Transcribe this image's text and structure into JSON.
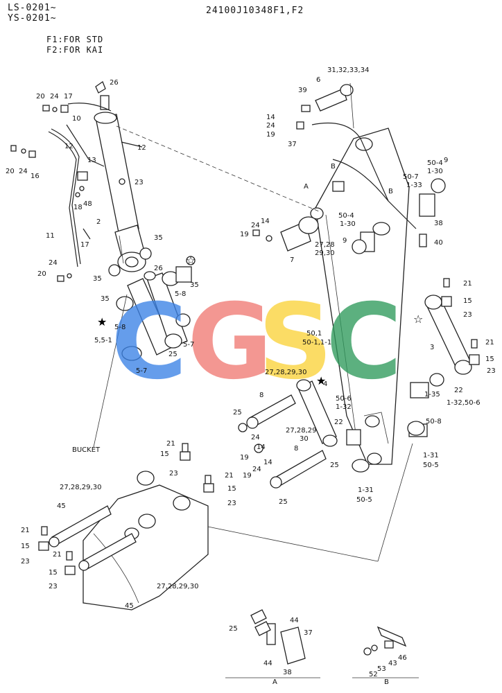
{
  "header": {
    "serial_ls": "LS-0201~",
    "serial_ys": "YS-0201~",
    "part_code": "24100J10348F1,F2",
    "f1_note": "F1:FOR STD",
    "f2_note": "F2:FOR KAI"
  },
  "watermark": {
    "letters": [
      "C",
      "G",
      "S",
      "C"
    ],
    "colors": [
      "#3b82e6",
      "#f07b74",
      "#fbd33a",
      "#2f9a5c"
    ]
  },
  "callouts": [
    {
      "id": "c1",
      "text": "26"
    },
    {
      "id": "c2",
      "text": "20"
    },
    {
      "id": "c3",
      "text": "24"
    },
    {
      "id": "c4",
      "text": "17"
    },
    {
      "id": "c5",
      "text": "10"
    },
    {
      "id": "c6",
      "text": "12"
    },
    {
      "id": "c7",
      "text": "12"
    },
    {
      "id": "c8",
      "text": "20"
    },
    {
      "id": "c9",
      "text": "24"
    },
    {
      "id": "c10",
      "text": "16"
    },
    {
      "id": "c11",
      "text": "13"
    },
    {
      "id": "c12",
      "text": "23"
    },
    {
      "id": "c13",
      "text": "18"
    },
    {
      "id": "c14",
      "text": "48"
    },
    {
      "id": "c15",
      "text": "2"
    },
    {
      "id": "c16",
      "text": "11"
    },
    {
      "id": "c17",
      "text": "17"
    },
    {
      "id": "c18",
      "text": "35"
    },
    {
      "id": "c19",
      "text": "24"
    },
    {
      "id": "c20",
      "text": "20"
    },
    {
      "id": "c21",
      "text": "35"
    },
    {
      "id": "c22",
      "text": "26"
    },
    {
      "id": "c23",
      "text": "35"
    },
    {
      "id": "c24",
      "text": "35"
    },
    {
      "id": "c25",
      "text": "5-8"
    },
    {
      "id": "c26",
      "text": "5-8"
    },
    {
      "id": "c27",
      "text": "5,5-1"
    },
    {
      "id": "c28",
      "text": "5-7"
    },
    {
      "id": "c29",
      "text": "25"
    },
    {
      "id": "c30",
      "text": "5-7"
    },
    {
      "id": "c31",
      "text": "31,32,33,34"
    },
    {
      "id": "c32",
      "text": "6"
    },
    {
      "id": "c33",
      "text": "39"
    },
    {
      "id": "c34",
      "text": "14"
    },
    {
      "id": "c35",
      "text": "24"
    },
    {
      "id": "c36",
      "text": "19"
    },
    {
      "id": "c37",
      "text": "37"
    },
    {
      "id": "c38",
      "text": "B"
    },
    {
      "id": "c39",
      "text": "A"
    },
    {
      "id": "c40",
      "text": "B"
    },
    {
      "id": "c41",
      "text": "9"
    },
    {
      "id": "c42",
      "text": "50-4"
    },
    {
      "id": "c43",
      "text": "1-30"
    },
    {
      "id": "c44",
      "text": "50-7"
    },
    {
      "id": "c45",
      "text": "1-33"
    },
    {
      "id": "c46",
      "text": "50-4"
    },
    {
      "id": "c47",
      "text": "1-30"
    },
    {
      "id": "c48",
      "text": "38"
    },
    {
      "id": "c49",
      "text": "9"
    },
    {
      "id": "c50",
      "text": "40"
    },
    {
      "id": "c51",
      "text": "24"
    },
    {
      "id": "c52",
      "text": "14"
    },
    {
      "id": "c53",
      "text": "19"
    },
    {
      "id": "c54",
      "text": "27,28"
    },
    {
      "id": "c55",
      "text": "29,30"
    },
    {
      "id": "c56",
      "text": "7"
    },
    {
      "id": "c57",
      "text": "21"
    },
    {
      "id": "c58",
      "text": "15"
    },
    {
      "id": "c59",
      "text": "23"
    },
    {
      "id": "c60",
      "text": "50,1"
    },
    {
      "id": "c61",
      "text": "50-1,1-1"
    },
    {
      "id": "c62",
      "text": "3"
    },
    {
      "id": "c63",
      "text": "21"
    },
    {
      "id": "c64",
      "text": "15"
    },
    {
      "id": "c65",
      "text": "23"
    },
    {
      "id": "c66",
      "text": "22"
    },
    {
      "id": "c67",
      "text": "1-35"
    },
    {
      "id": "c68",
      "text": "1-32,50-6"
    },
    {
      "id": "c69",
      "text": "50-8"
    },
    {
      "id": "c70",
      "text": "1-31"
    },
    {
      "id": "c71",
      "text": "50-5"
    },
    {
      "id": "c72",
      "text": "27,28,29,30"
    },
    {
      "id": "c73",
      "text": "8"
    },
    {
      "id": "c74",
      "text": "4"
    },
    {
      "id": "c75",
      "text": "50-6"
    },
    {
      "id": "c76",
      "text": "1-32"
    },
    {
      "id": "c77",
      "text": "25"
    },
    {
      "id": "c78",
      "text": "24"
    },
    {
      "id": "c79",
      "text": "14"
    },
    {
      "id": "c80",
      "text": "19"
    },
    {
      "id": "c81",
      "text": "27,28,29"
    },
    {
      "id": "c82",
      "text": "30"
    },
    {
      "id": "c83",
      "text": "22"
    },
    {
      "id": "c84",
      "text": "8"
    },
    {
      "id": "c85",
      "text": "25"
    },
    {
      "id": "c86",
      "text": "19"
    },
    {
      "id": "c87",
      "text": "24"
    },
    {
      "id": "c88",
      "text": "14"
    },
    {
      "id": "c89",
      "text": "25"
    },
    {
      "id": "c90",
      "text": "1-31"
    },
    {
      "id": "c91",
      "text": "50-5"
    },
    {
      "id": "c92",
      "text": "BUCKET"
    },
    {
      "id": "c93",
      "text": "21"
    },
    {
      "id": "c94",
      "text": "15"
    },
    {
      "id": "c95",
      "text": "23"
    },
    {
      "id": "c96",
      "text": "21"
    },
    {
      "id": "c97",
      "text": "15"
    },
    {
      "id": "c98",
      "text": "23"
    },
    {
      "id": "c99",
      "text": "27,28,29,30"
    },
    {
      "id": "c100",
      "text": "45"
    },
    {
      "id": "c101",
      "text": "21"
    },
    {
      "id": "c102",
      "text": "15"
    },
    {
      "id": "c103",
      "text": "23"
    },
    {
      "id": "c104",
      "text": "21"
    },
    {
      "id": "c105",
      "text": "15"
    },
    {
      "id": "c106",
      "text": "23"
    },
    {
      "id": "c107",
      "text": "27,28,29,30"
    },
    {
      "id": "c108",
      "text": "45"
    },
    {
      "id": "c109",
      "text": "25"
    },
    {
      "id": "c110",
      "text": "44"
    },
    {
      "id": "c111",
      "text": "37"
    },
    {
      "id": "c112",
      "text": "44"
    },
    {
      "id": "c113",
      "text": "38"
    },
    {
      "id": "c114",
      "text": "A"
    },
    {
      "id": "c115",
      "text": "46"
    },
    {
      "id": "c116",
      "text": "43"
    },
    {
      "id": "c117",
      "text": "53"
    },
    {
      "id": "c118",
      "text": "52"
    },
    {
      "id": "c119",
      "text": "B"
    }
  ]
}
